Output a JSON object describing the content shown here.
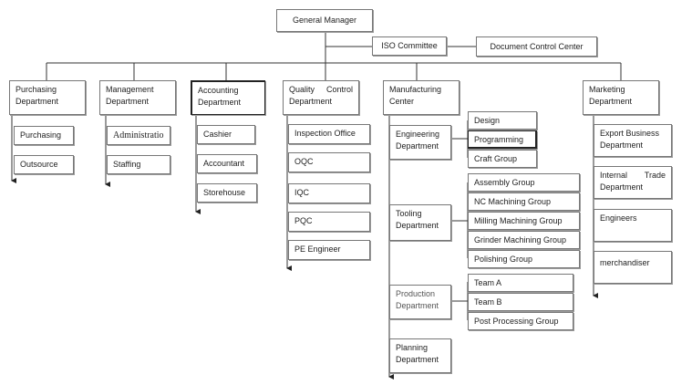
{
  "chart_data": {
    "type": "org-chart",
    "root": "General Manager",
    "staff_units": [
      "ISO Committee",
      "Document Control Center"
    ],
    "departments": [
      {
        "name": "Purchasing Department",
        "children": [
          "Purchasing",
          "Outsource"
        ]
      },
      {
        "name": "Management Department",
        "children": [
          "Administratio",
          "Staffing"
        ]
      },
      {
        "name": "Accounting Department",
        "children": [
          "Cashier",
          "Accountant",
          "Storehouse"
        ]
      },
      {
        "name": "Quality Control Department",
        "children": [
          "Inspection Office",
          "OQC",
          "IQC",
          "PQC",
          "PE Engineer"
        ]
      },
      {
        "name": "Manufacturing Center",
        "children": [
          {
            "name": "Engineering Department",
            "children": [
              "Design",
              "Programming",
              "Craft Group"
            ]
          },
          {
            "name": "Tooling Department",
            "children": [
              "Assembly Group",
              "NC Machining Group",
              "Milling Machining Group",
              "Grinder Machining Group",
              "Polishing Group"
            ]
          },
          {
            "name": "Production Department",
            "children": [
              "Team A",
              "Team B",
              "Post Processing Group"
            ]
          },
          {
            "name": "Planning Department",
            "children": []
          }
        ]
      },
      {
        "name": "Marketing Department",
        "children": [
          "Export Business Department",
          "Internal Trade Department",
          "Engineers",
          "merchandiser"
        ]
      }
    ]
  }
}
